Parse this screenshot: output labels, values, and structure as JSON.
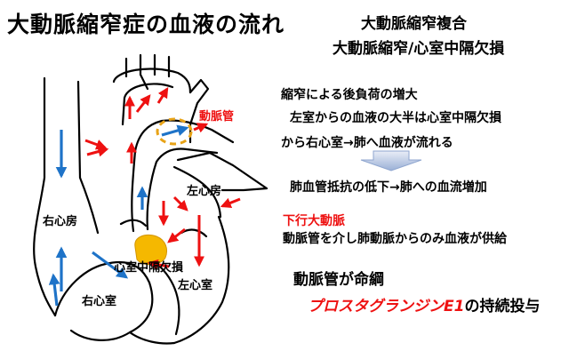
{
  "title": "大動脈縮窄症の血液の流れ",
  "subtitle_line1": "大動脈縮窄複合",
  "subtitle_line2": "大動脈縮窄/心室中隔欠損",
  "notes": {
    "line1": "縮窄による後負荷の増大",
    "line2": "左室からの血液の大半は心室中隔欠損",
    "line3": "から右心室→肺へ血液が流れる",
    "line4": "肺血管抵抗の低下→肺への血流増加",
    "line5": "下行大動脈",
    "line6": "動脈管を介し肺動脈からのみ血液が供給",
    "line7": "動脈管が命綱",
    "line8_red": "プロスタグランジンE1",
    "line8_rest": "の持続投与"
  },
  "labels": {
    "right_atrium": "右心房",
    "left_atrium": "左心房",
    "right_ventricle": "右心室",
    "left_ventricle": "左心室",
    "vsd": "心室中隔欠損",
    "ductus": "動脈管"
  },
  "colors": {
    "oxygenated_arrow": "#ee1111",
    "deoxygenated_arrow": "#1e73c8",
    "defect_fill": "#f5b800",
    "ductus_ring": "#e8a317",
    "outline": "#000000"
  }
}
